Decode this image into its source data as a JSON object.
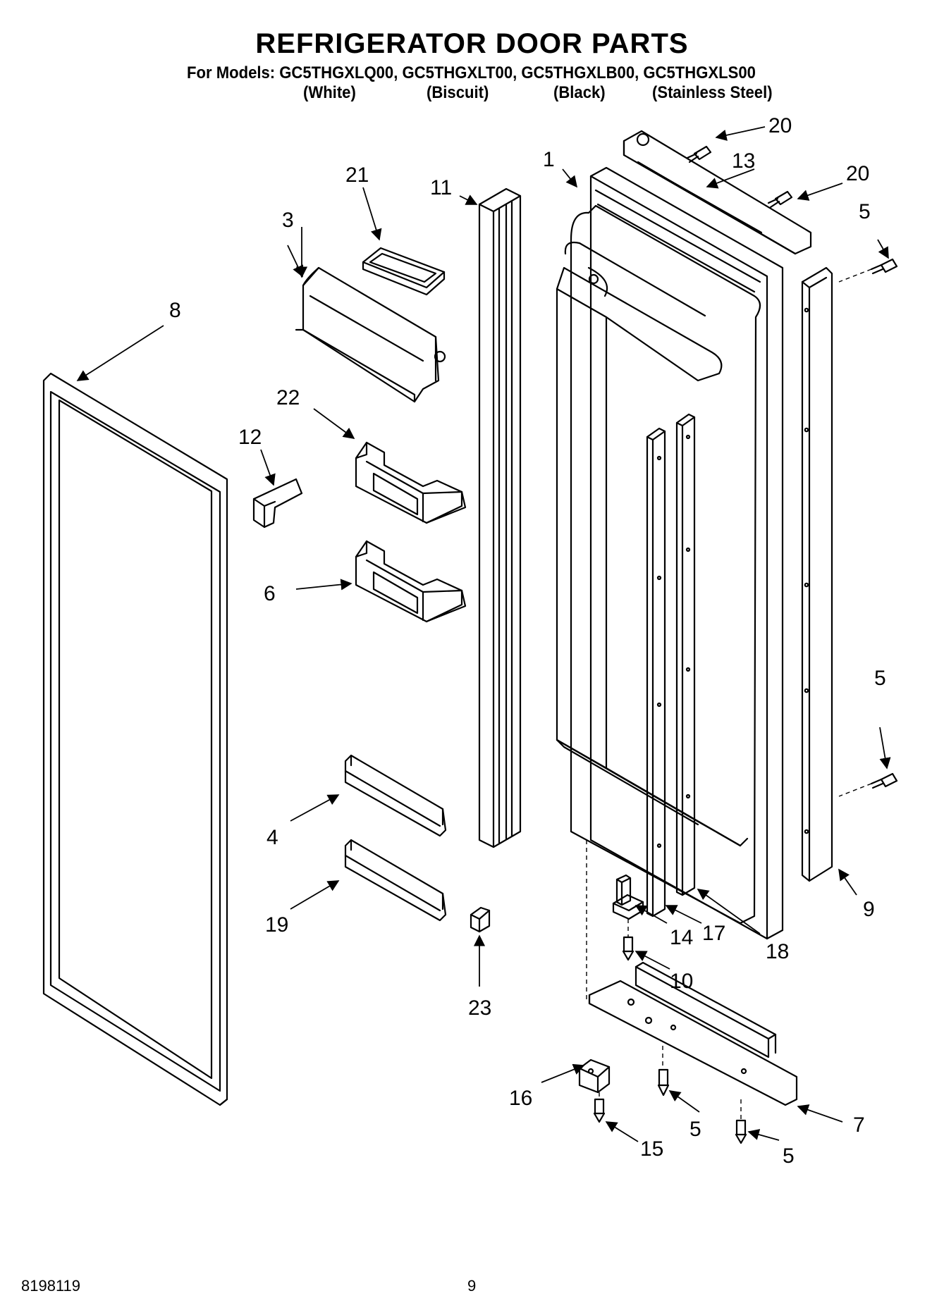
{
  "header": {
    "title": "REFRIGERATOR DOOR PARTS",
    "models_line": "For Models: GC5THGXLQ00, GC5THGXLT00, GC5THGXLB00, GC5THGXLS00",
    "colors": [
      "(White)",
      "(Biscuit)",
      "(Black)",
      "(Stainless Steel)"
    ]
  },
  "callouts": {
    "c1": "1",
    "c3": "3",
    "c4": "4",
    "c5a": "5",
    "c5b": "5",
    "c5c": "5",
    "c5d": "5",
    "c6": "6",
    "c7": "7",
    "c8": "8",
    "c9": "9",
    "c10": "10",
    "c11": "11",
    "c12": "12",
    "c13": "13",
    "c14": "14",
    "c15": "15",
    "c16": "16",
    "c17": "17",
    "c18": "18",
    "c19": "19",
    "c20a": "20",
    "c20b": "20",
    "c21": "21",
    "c22": "22",
    "c23": "23"
  },
  "footer": {
    "doc_number": "8198119",
    "page_number": "9"
  }
}
